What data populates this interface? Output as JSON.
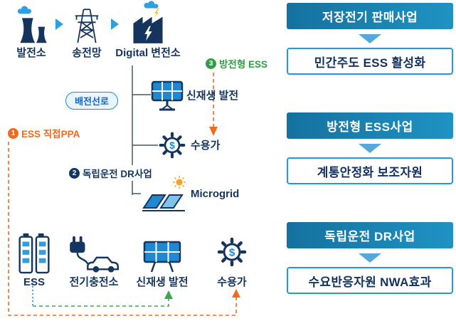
{
  "diagram": {
    "top_chain": {
      "nodes": [
        {
          "label": "발전소"
        },
        {
          "label": "송전망"
        },
        {
          "label": "Digital 변전소"
        }
      ]
    },
    "distribution_badge": "배전선로",
    "annotations": {
      "discharge_ess": {
        "num": "3",
        "label": "방전형 ESS"
      },
      "direct_ppa": {
        "num": "1",
        "label": "ESS 직접PPA"
      },
      "islanded_dr": {
        "num": "2",
        "label": "독립운전 DR사업"
      }
    },
    "mid_nodes": {
      "renewable": "신재생 발전",
      "consumer": "수용가",
      "microgrid": "Microgrid"
    },
    "consumer_symbol": "$",
    "bottom_row": [
      {
        "label": "ESS"
      },
      {
        "label": "전기충전소"
      },
      {
        "label": "신재생 발전"
      },
      {
        "label": "수용가"
      }
    ]
  },
  "right_panel": {
    "groups": [
      {
        "header": "저장전기 판매사업",
        "result": "민간주도 ESS 활성화"
      },
      {
        "header": "방전형 ESS사업",
        "result": "계통안정화 보조자원"
      },
      {
        "header": "독립운전 DR사업",
        "result": "수요반응자원 NWA효과"
      }
    ]
  },
  "colors": {
    "navy": "#16355e",
    "blue": "#1e88d2",
    "sky": "#2e9fe0",
    "green": "#2f9e44",
    "orange": "#ed6c1e",
    "header_bg": "#1b82b4"
  }
}
